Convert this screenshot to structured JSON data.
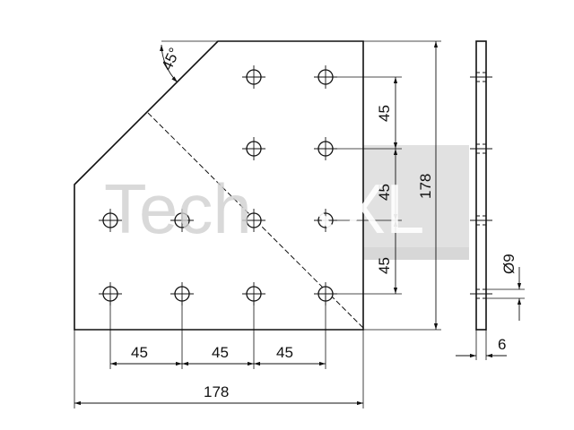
{
  "watermark": {
    "part1": "Tech",
    "part2": "XXL"
  },
  "dimensions": {
    "angle": "45°",
    "width_total": "178",
    "height_total": "178",
    "hole_pitch_x": [
      "45",
      "45",
      "45"
    ],
    "hole_pitch_y": [
      "45",
      "45",
      "45"
    ],
    "hole_diameter": "Ø9",
    "thickness": "6"
  }
}
